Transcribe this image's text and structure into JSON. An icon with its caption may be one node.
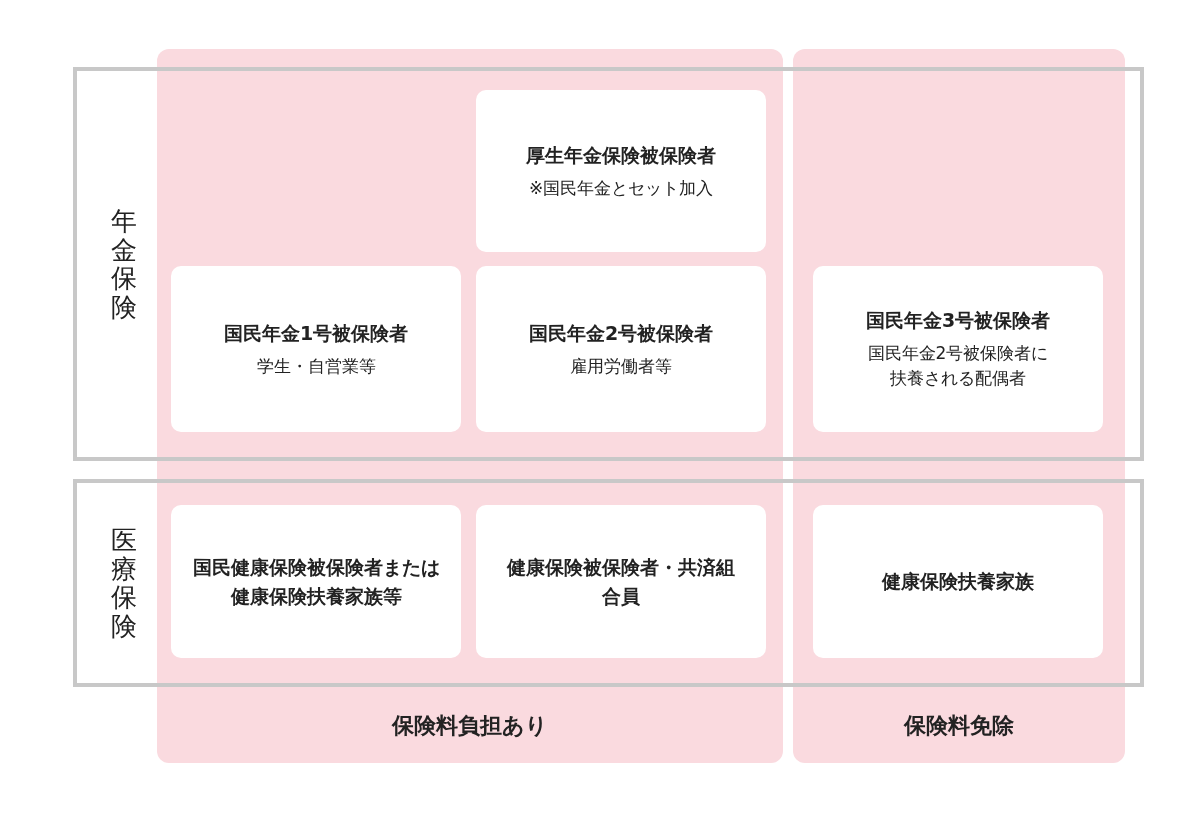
{
  "diagram": {
    "nodes": [
      {
        "text": [
          "保険料負担あり"
        ]
      },
      {
        "text": [
          "保険料免除"
        ]
      },
      {
        "text": [
          "年金保険"
        ]
      },
      {
        "text": [
          "医療保険"
        ]
      },
      {
        "text": [
          "厚生年金保険被保険者",
          "※国民年金とセット加入"
        ]
      },
      {
        "text": [
          "国民年金1号被保険者",
          "学生・自営業等"
        ]
      },
      {
        "text": [
          "国民年金2号被保険者",
          "雇用労働者等"
        ]
      },
      {
        "text": [
          "国民年金3号被保険者",
          "国民年金2号被保険者に扶養される配偶者"
        ]
      },
      {
        "text": [
          "国民健康保険被保険者または健康保険扶養家族等"
        ]
      },
      {
        "text": [
          "健康保険被保険者・共済組合員"
        ]
      },
      {
        "text": [
          "健康保険扶養家族"
        ]
      }
    ],
    "edges": []
  }
}
